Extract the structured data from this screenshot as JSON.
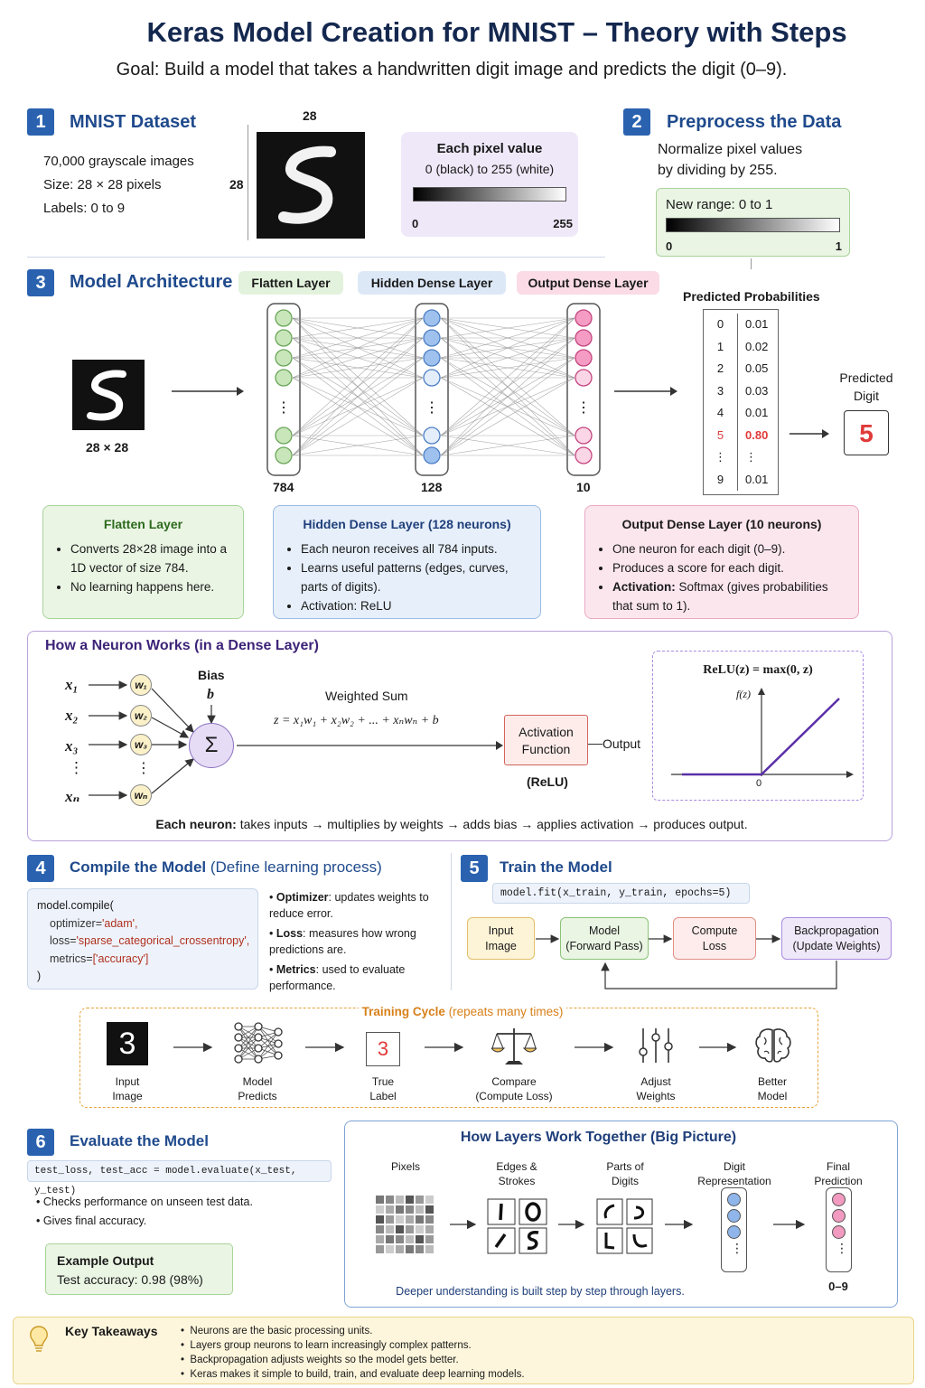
{
  "title": "Keras Model Creation for MNIST – Theory with Steps",
  "goal": "Goal: Build a model that takes a handwritten digit image and predicts the digit (0–9).",
  "step1": {
    "num": "1",
    "heading": "MNIST Dataset",
    "lines": [
      "70,000 grayscale images",
      "Size: 28 × 28 pixels",
      "Labels: 0 to 9"
    ],
    "dim_top": "28",
    "dim_left": "28",
    "pixel_title": "Each pixel value",
    "pixel_range": "0 (black) to 255 (white)",
    "grad_min": "0",
    "grad_max": "255"
  },
  "step2": {
    "num": "2",
    "heading": "Preprocess the Data",
    "line1": "Normalize pixel values",
    "line2": "by dividing by 255.",
    "range_label": "New range: 0 to 1",
    "grad_min": "0",
    "grad_max": "1"
  },
  "step3": {
    "num": "3",
    "heading": "Model Architecture",
    "tags": [
      "Flatten Layer",
      "Hidden Dense Layer",
      "Output Dense Layer"
    ],
    "input_dim": "28 × 28",
    "layer_sizes": [
      "784",
      "128",
      "10"
    ],
    "prob_title": "Predicted Probabilities",
    "probs": [
      {
        "d": "0",
        "p": "0.01"
      },
      {
        "d": "1",
        "p": "0.02"
      },
      {
        "d": "2",
        "p": "0.05"
      },
      {
        "d": "3",
        "p": "0.03"
      },
      {
        "d": "4",
        "p": "0.01"
      },
      {
        "d": "5",
        "p": "0.80"
      },
      {
        "d": "⋮",
        "p": "⋮"
      },
      {
        "d": "9",
        "p": "0.01"
      }
    ],
    "pred_label_1": "Predicted",
    "pred_label_2": "Digit",
    "pred_value": "5",
    "flatten_box": {
      "title": "Flatten Layer",
      "items": [
        "Converts 28×28 image into a 1D vector of size 784.",
        "No learning happens here."
      ]
    },
    "hidden_box": {
      "title": "Hidden Dense Layer (128 neurons)",
      "items": [
        "Each neuron receives all 784 inputs.",
        "Learns useful patterns (edges, curves, parts of digits).",
        "Activation: ReLU"
      ]
    },
    "output_box": {
      "title": "Output Dense Layer (10 neurons)",
      "items": [
        "One neuron for each digit (0–9).",
        "Produces a score for each digit."
      ],
      "act_bold": "Activation:",
      "act_rest": " Softmax (gives probabilities that sum to 1)."
    }
  },
  "neuron": {
    "heading": "How a Neuron Works (in a Dense Layer)",
    "inputs": [
      "x₁",
      "x₂",
      "x₃",
      "⋮",
      "xₙ"
    ],
    "weights": [
      "w₁",
      "w₂",
      "w₃",
      "⋮",
      "wₙ"
    ],
    "bias_label": "Bias",
    "bias_sym": "b",
    "sigma": "Σ",
    "sum_label": "Weighted Sum",
    "formula": "z = x₁w₁ + x₂w₂ + ... + xₙwₙ + b",
    "act_line1": "Activation",
    "act_line2": "Function",
    "act_sub": "(ReLU)",
    "output": "Output",
    "relu_title": "ReLU(z) = max(0, z)",
    "relu_ylabel": "f(z)",
    "relu_origin": "0",
    "summary_bold": "Each neuron:",
    "summary_rest": " takes inputs → multiplies by weights → adds bias → applies activation → produces output."
  },
  "step4": {
    "num": "4",
    "heading": "Compile the Model",
    "heading_sub": " (Define learning process)",
    "code": [
      "model.compile(",
      "optimizer='adam',",
      "loss='sparse_categorical_crossentropy',",
      "metrics=['accuracy']",
      ")"
    ],
    "bullets": [
      {
        "b": "Optimizer",
        "t": ": updates weights to reduce error."
      },
      {
        "b": "Loss",
        "t": ": measures how wrong predictions are."
      },
      {
        "b": "Metrics",
        "t": ": used to evaluate performance."
      }
    ]
  },
  "step5": {
    "num": "5",
    "heading": "Train the Model",
    "code": "model.fit(x_train, y_train, epochs=5)",
    "flow": [
      {
        "l1": "Input",
        "l2": "Image"
      },
      {
        "l1": "Model",
        "l2": "(Forward Pass)"
      },
      {
        "l1": "Compute",
        "l2": "Loss"
      },
      {
        "l1": "Backpropagation",
        "l2": "(Update Weights)"
      }
    ]
  },
  "cycle": {
    "title": "Training Cycle",
    "title_sub": " (repeats many times)",
    "items": [
      {
        "l1": "Input",
        "l2": "Image",
        "icon": "digit-3-image-icon"
      },
      {
        "l1": "Model",
        "l2": "Predicts",
        "icon": "network-icon"
      },
      {
        "l1": "True",
        "l2": "Label",
        "icon": "label-3-icon"
      },
      {
        "l1": "Compare",
        "l2": "(Compute Loss)",
        "icon": "scale-icon"
      },
      {
        "l1": "Adjust",
        "l2": "Weights",
        "icon": "sliders-icon"
      },
      {
        "l1": "Better",
        "l2": "Model",
        "icon": "brain-icon"
      }
    ],
    "true_label_digit": "3",
    "input_digit": "3"
  },
  "step6": {
    "num": "6",
    "heading": "Evaluate the Model",
    "code": "test_loss, test_acc = model.evaluate(x_test, y_test)",
    "bullets": [
      "Checks performance on unseen test data.",
      "Gives final accuracy."
    ],
    "example_title": "Example Output",
    "example_value": "Test accuracy: 0.98 (98%)"
  },
  "bigpicture": {
    "title": "How Layers Work Together (Big Picture)",
    "cols": [
      {
        "l1": "Pixels",
        "l2": ""
      },
      {
        "l1": "Edges &",
        "l2": "Strokes"
      },
      {
        "l1": "Parts of",
        "l2": "Digits"
      },
      {
        "l1": "Digit",
        "l2": "Representation"
      },
      {
        "l1": "Final",
        "l2": "Prediction"
      }
    ],
    "range": "0–9",
    "footer": "Deeper understanding is built step by step through layers."
  },
  "takeaways": {
    "title": "Key Takeaways",
    "items": [
      "Neurons are the basic processing units.",
      "Layers group neurons to learn increasingly complex patterns.",
      "Backpropagation adjusts weights so the model gets better.",
      "Keras makes it simple to build, train, and evaluate deep learning models."
    ]
  },
  "colors": {
    "accent": "#2a62b0",
    "green_bg": "#eaf5e4",
    "blue_bg": "#e6effa",
    "pink_bg": "#fbe6ee",
    "purple_bg": "#efe8f8",
    "orange": "#e8a13a",
    "red": "#e03a3a"
  }
}
